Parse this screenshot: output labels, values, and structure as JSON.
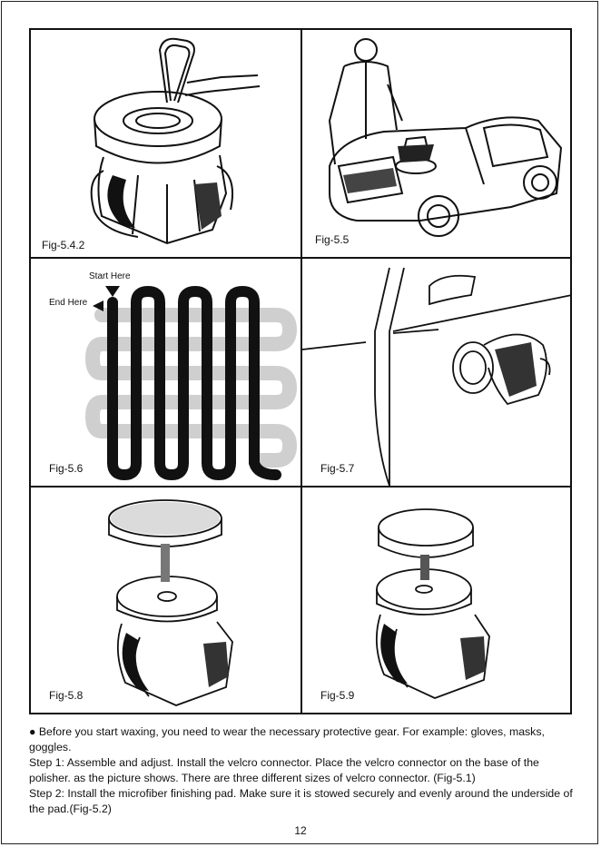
{
  "figures": {
    "fig_542": "Fig-5.4.2",
    "fig_55": "Fig-5.5",
    "fig_56": "Fig-5.6",
    "fig_57": "Fig-5.7",
    "fig_58": "Fig-5.8",
    "fig_59": "Fig-5.9"
  },
  "pattern": {
    "start_label": "Start Here",
    "end_label": "End Here"
  },
  "instructions": {
    "bullet": "● Before you start waxing, you need to wear the necessary protective gear. For example: gloves, masks, goggles.",
    "step1": "Step 1: Assemble and adjust. Install the velcro connector. Place the velcro connector on the base of the polisher. as the picture shows. There are three different sizes of velcro connector. (Fig-5.1)",
    "step2": "Step 2: Install the microfiber finishing pad. Make sure it is stowed securely and evenly around the underside of the pad.(Fig-5.2)"
  },
  "page_number": "12"
}
